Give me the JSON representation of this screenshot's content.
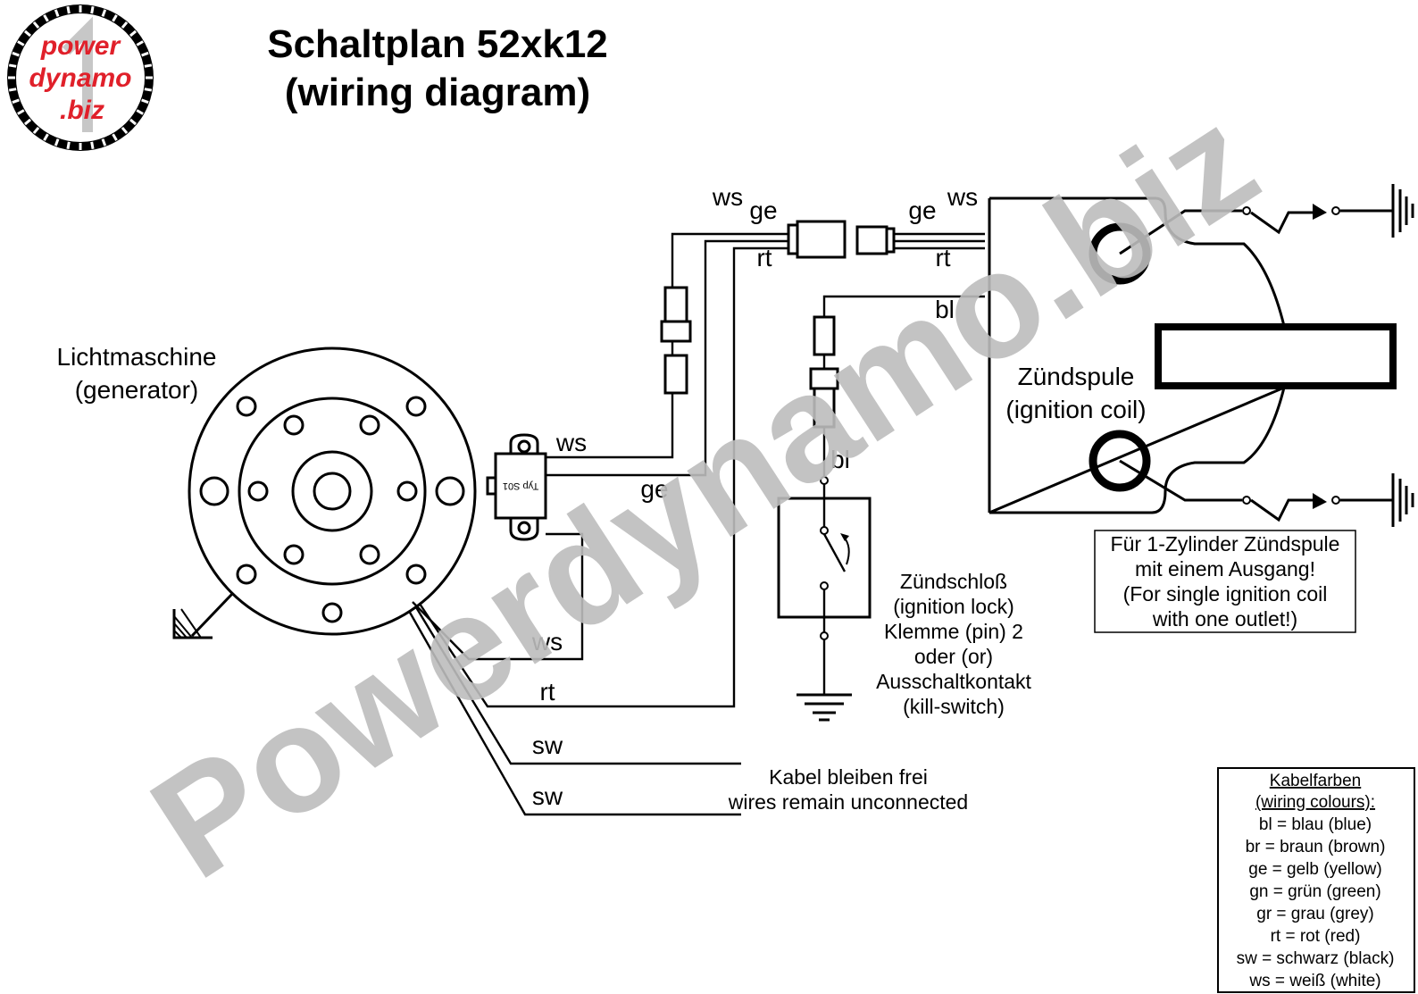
{
  "logo": {
    "line1": "power",
    "line2": "dynamo",
    "line3": ".biz",
    "color": "#e0202a"
  },
  "title": {
    "line1": "Schaltplan 52xk12",
    "line2": "(wiring diagram)"
  },
  "watermark": "Powerdynamo.biz",
  "generator": {
    "line1": "Lichtmaschine",
    "line2": "(generator)"
  },
  "regulator": {
    "label": "Typ S01"
  },
  "wire_labels": {
    "ws_reg": "ws",
    "ge_reg": "ge",
    "ws_top": "ws",
    "ge_top": "ge",
    "rt_top": "rt",
    "ge_coil": "ge",
    "ws_coil": "ws",
    "rt_coil": "rt",
    "bl_top": "bl",
    "bl_lock": "bl",
    "ws_gen": "ws",
    "rt_gen": "rt",
    "sw1": "sw",
    "sw2": "sw"
  },
  "ignition_coil": {
    "line1": "Zündspule",
    "line2": "(ignition coil)"
  },
  "ignition_lock": {
    "lines": [
      "Zündschloß",
      "(ignition lock)",
      "Klemme (pin) 2",
      "oder (or)",
      "Ausschaltkontakt",
      "(kill-switch)"
    ]
  },
  "unconnected": {
    "line1": "Kabel bleiben frei",
    "line2": "wires remain unconnected"
  },
  "note": {
    "lines": [
      "Für 1-Zylinder Zündspule",
      "mit einem Ausgang!",
      "(For single ignition coil",
      "with one outlet!)"
    ]
  },
  "legend": {
    "title1": "Kabelfarben",
    "title2": "(wiring colours):",
    "items": [
      "bl = blau (blue)",
      "br = braun (brown)",
      "ge = gelb (yellow)",
      "gn = grün (green)",
      "gr = grau (grey)",
      "rt = rot (red)",
      "sw = schwarz (black)",
      "ws = weiß (white)"
    ]
  }
}
